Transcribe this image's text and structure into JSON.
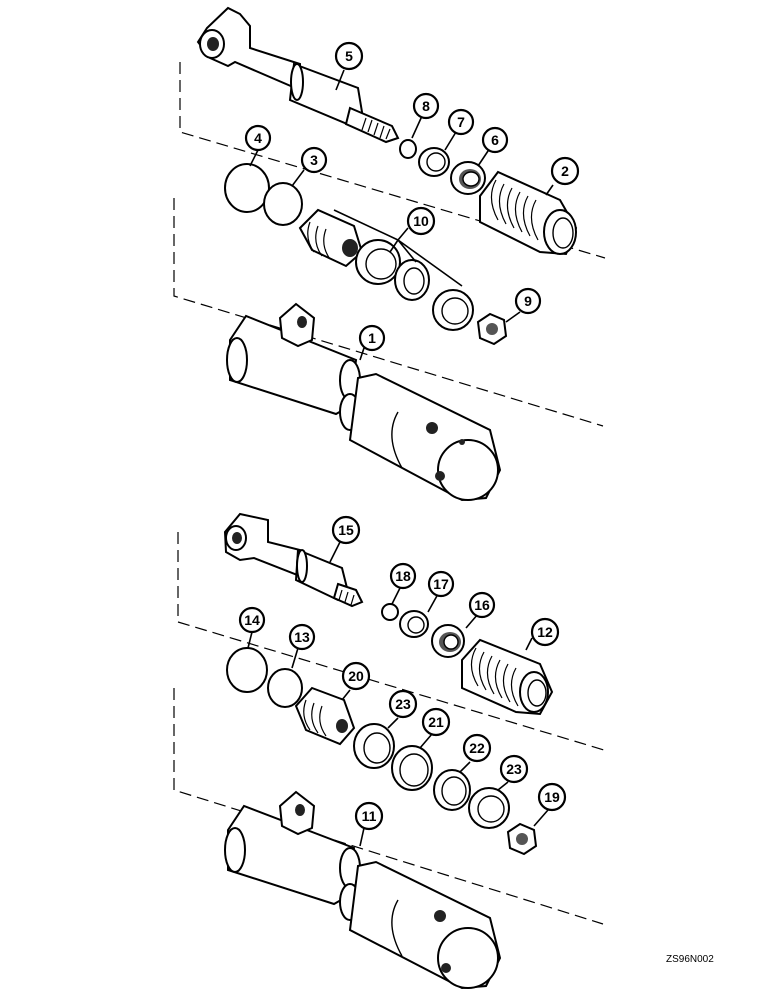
{
  "doc_code": "ZS96N002",
  "callouts_top": [
    "5",
    "8",
    "7",
    "6",
    "2",
    "4",
    "3",
    "10",
    "9",
    "1"
  ],
  "callouts_bottom": [
    "15",
    "18",
    "17",
    "16",
    "12",
    "14",
    "13",
    "20",
    "23",
    "21",
    "22",
    "23",
    "19",
    "11"
  ]
}
